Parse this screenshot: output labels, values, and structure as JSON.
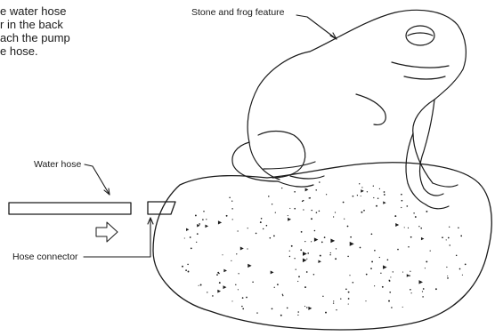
{
  "instructions": {
    "lines": [
      "e water hose",
      "r in the back",
      "ach the pump",
      "e hose."
    ]
  },
  "labels": {
    "frog": "Stone and frog feature",
    "water_hose": "Water hose",
    "hose_connector": "Hose connector"
  },
  "colors": {
    "ink": "#1a1a1a",
    "background": "#ffffff"
  },
  "icons": {
    "flow_arrow": "hollow-right-arrow"
  }
}
